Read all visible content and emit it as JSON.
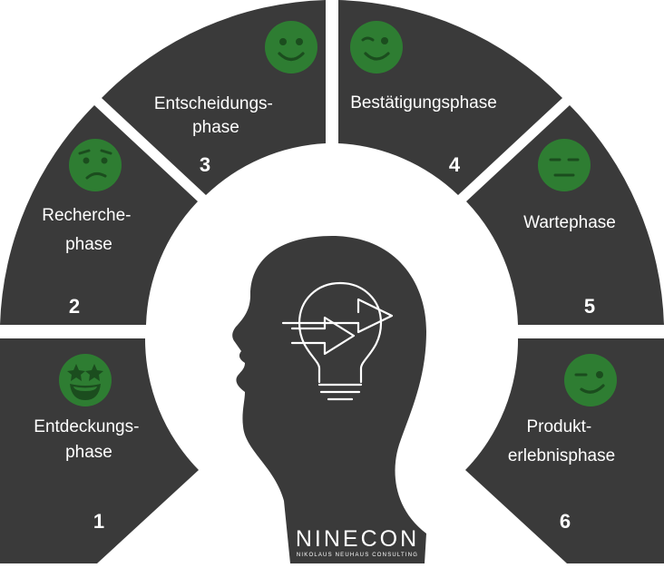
{
  "colors": {
    "segment": "#3a3a3a",
    "face": "#2e7d32",
    "feature": "#1b4d1e",
    "text": "#ffffff"
  },
  "phases": [
    {
      "number": "1",
      "lines": [
        "Entdeckungs-",
        "phase"
      ],
      "face": "star-eyes-face-icon"
    },
    {
      "number": "2",
      "lines": [
        "Recherche-",
        "phase"
      ],
      "face": "worried-face-icon"
    },
    {
      "number": "3",
      "lines": [
        "Entscheidungs-",
        "phase"
      ],
      "face": "smiling-face-icon"
    },
    {
      "number": "4",
      "lines": [
        "Bestätigungsphase"
      ],
      "face": "winking-face-icon"
    },
    {
      "number": "5",
      "lines": [
        "Wartephase"
      ],
      "face": "neutral-face-icon"
    },
    {
      "number": "6",
      "lines": [
        "Produkt-",
        "erlebnisphase"
      ],
      "face": "winking-smile-face-icon"
    }
  ],
  "center": {
    "icon": "lightbulb-arrows-icon",
    "brand": "NINECON",
    "brand_sub": "NIKOLAUS NEUHAUS CONSULTING"
  }
}
